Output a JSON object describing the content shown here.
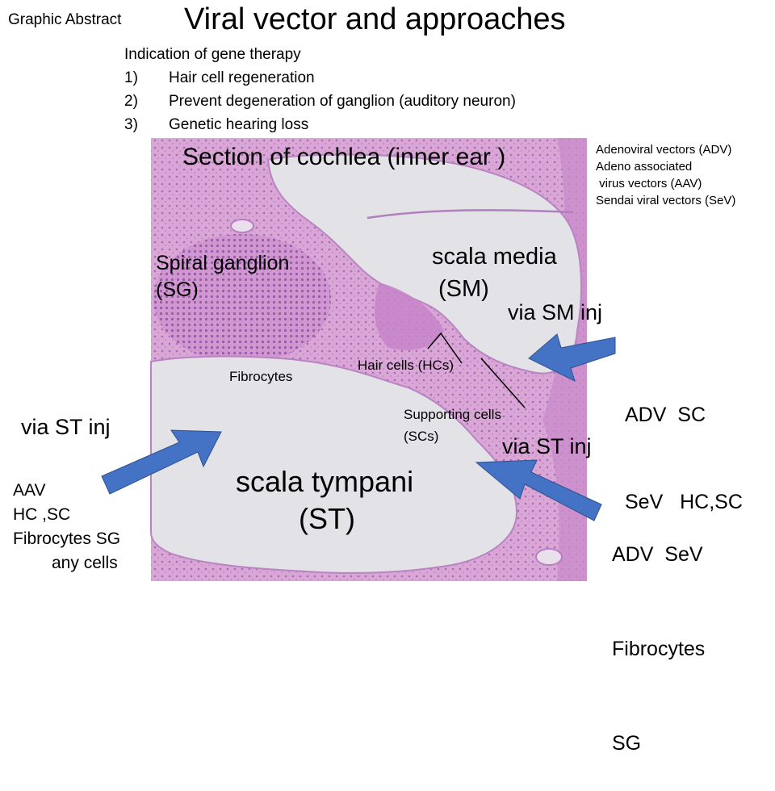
{
  "header": {
    "tag": "Graphic Abstract",
    "title": "Viral vector and approaches"
  },
  "indication": {
    "heading": "Indication  of gene therapy",
    "items": [
      {
        "num": "1)",
        "text": "Hair cell regeneration"
      },
      {
        "num": "2)",
        "text": "Prevent degeneration of ganglion (auditory neuron)"
      },
      {
        "num": "3)",
        "text": "Genetic hearing loss"
      }
    ]
  },
  "vectors": [
    "Adenoviral vectors (ADV)",
    "Adeno associated",
    " virus vectors (AAV)",
    "Sendai viral vectors (SeV)"
  ],
  "section": {
    "title": "Section of cochlea (inner ear )",
    "spiral_ganglion": [
      "Spiral ganglion",
      "(SG)"
    ],
    "scala_media": [
      "scala media",
      "(SM)"
    ],
    "fibrocytes": "Fibrocytes",
    "hair_cells": "Hair cells (HCs)",
    "supporting_cells": [
      "Supporting cells",
      "(SCs)"
    ],
    "scala_tympani": [
      "scala tympani",
      "(ST)"
    ]
  },
  "routes": {
    "sm_inj": {
      "label": "via SM inj",
      "targets": [
        "ADV  SC",
        "SeV   HC,SC"
      ]
    },
    "st_inj_right": {
      "label": "via ST inj",
      "targets": [
        "ADV  SeV",
        "Fibrocytes",
        "SG"
      ]
    },
    "st_inj_left": {
      "label": "via ST inj",
      "targets": [
        "AAV",
        "HC ,SC",
        "Fibrocytes SG",
        "any cells"
      ]
    }
  },
  "colors": {
    "tissue": "#d9a6d6",
    "tissue_dark": "#c27fc4",
    "lumen": "#e3e2e7",
    "arrow": "#4472c4",
    "arrow_stroke": "#2f528f"
  }
}
